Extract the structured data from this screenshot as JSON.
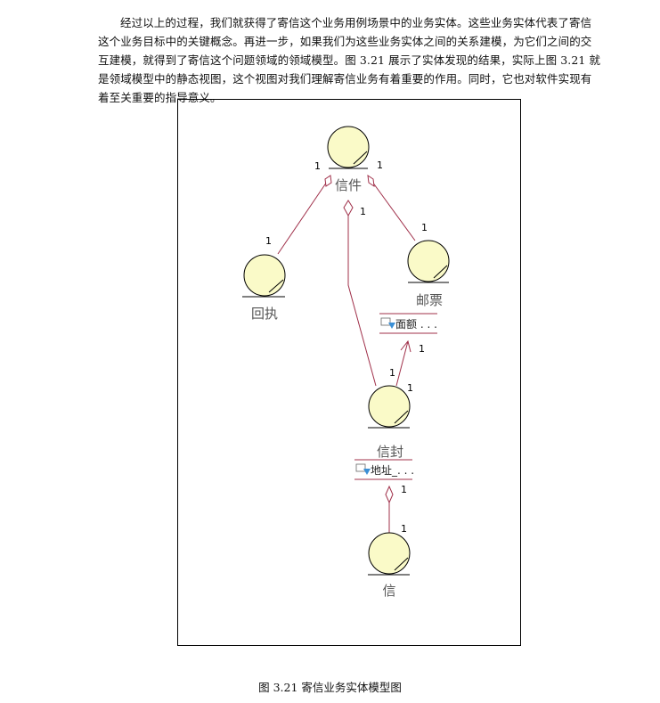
{
  "paragraph": "经过以上的过程，我们就获得了寄信这个业务用例场景中的业务实体。这些业务实体代表了寄信这个业务目标中的关键概念。再进一步，如果我们为这些业务实体之间的关系建模，为它们之间的交互建模，就得到了寄信这个问题领域的领域模型。图 3.21 展示了实体发现的结果，实际上图 3.21 就是领域模型中的静态视图，这个视图对我们理解寄信业务有着重要的作用。同时，它也对软件实现有着至关重要的指导意义。",
  "entities": {
    "letter": "信件",
    "receipt": "回执",
    "stamp": "邮票",
    "envelope": "信封",
    "mail": "信"
  },
  "attributes": {
    "stamp": "面额 . . .",
    "envelope": "地址_. . ."
  },
  "multiplicity": "1",
  "caption": "图 3.21 寄信业务实体模型图",
  "colors": {
    "entity_fill": "#fafac8",
    "association": "#a0304a"
  }
}
